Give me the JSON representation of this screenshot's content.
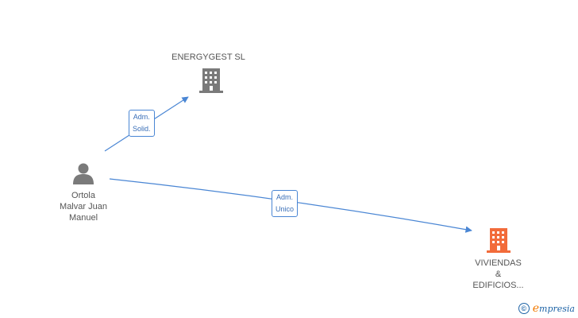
{
  "nodes": {
    "person": {
      "name": "Ortola\nMalvar Juan\nManuel",
      "icon": "person-icon",
      "color": "#7a7a7a"
    },
    "company_1": {
      "name": "ENERGYGEST SL",
      "icon": "building-icon",
      "color": "#7a7a7a"
    },
    "company_2": {
      "name": "VIVIENDAS\n&\nEDIFICIOS...",
      "icon": "building-icon",
      "color": "#f26b3a"
    }
  },
  "edges": [
    {
      "from": "person",
      "to": "company_1",
      "label": "Adm.\nSolid.",
      "color": "#4a86d4"
    },
    {
      "from": "person",
      "to": "company_2",
      "label": "Adm.\nUnico",
      "color": "#4a86d4"
    }
  ],
  "footer": {
    "copyright_symbol": "©",
    "brand_first": "e",
    "brand_rest": "mpresia"
  }
}
